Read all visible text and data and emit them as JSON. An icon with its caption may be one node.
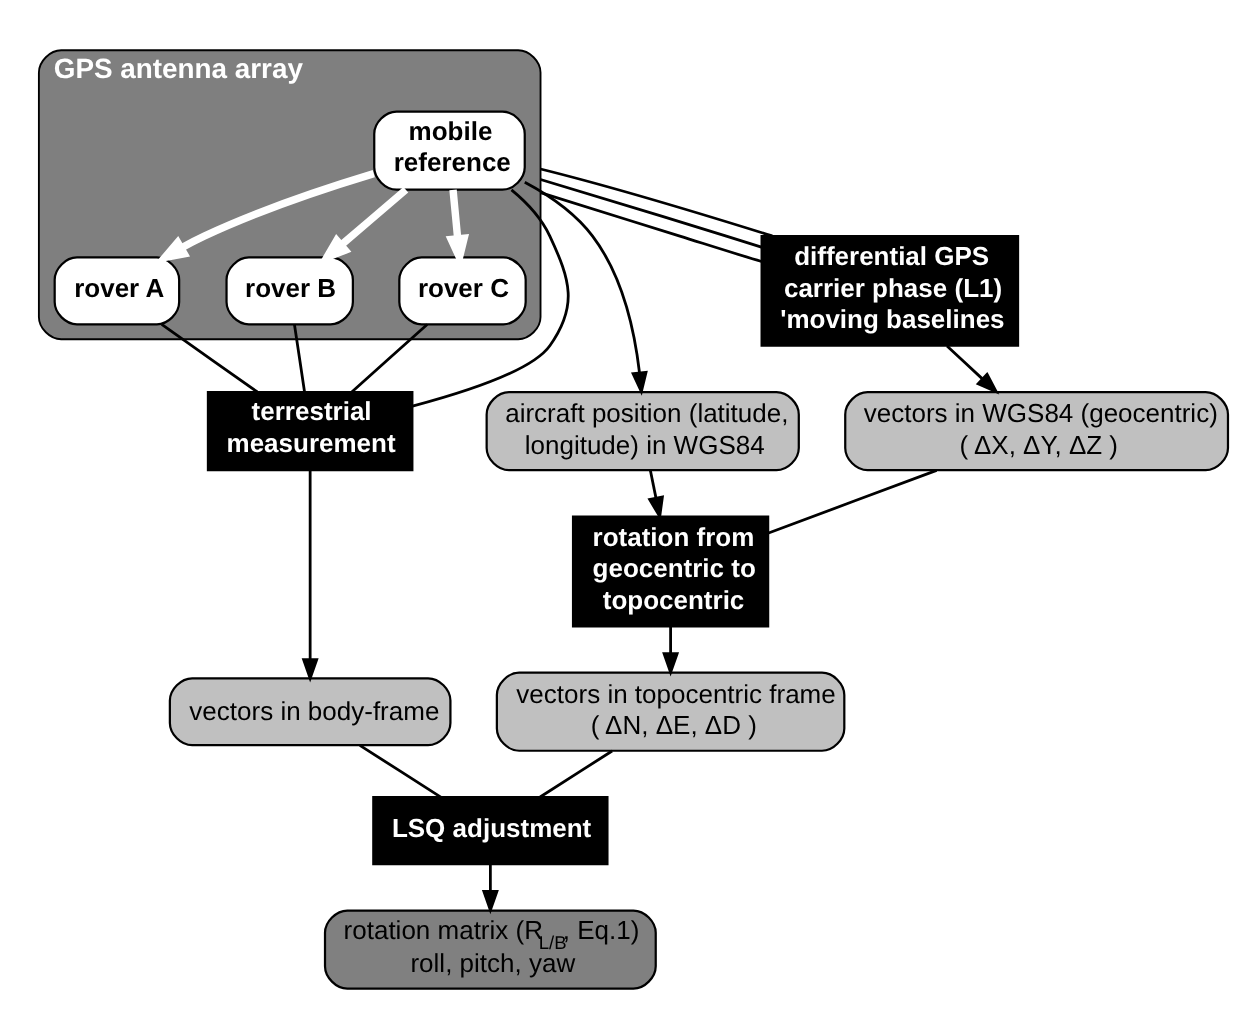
{
  "diagram": {
    "nodes": [
      {
        "text": [
          "GPS antenna array"
        ]
      },
      {
        "text": [
          "mobile reference"
        ],
        "in": 0
      },
      {
        "text": [
          "rover A"
        ],
        "in": 0
      },
      {
        "text": [
          "rover B"
        ],
        "in": 0
      },
      {
        "text": [
          "rover C"
        ],
        "in": 0
      },
      {
        "text": [
          "aircraft position (latitude, longitude) in WGS84"
        ]
      },
      {
        "text": [
          "differential GPS carrier phase (L1) 'moving baselines"
        ]
      },
      {
        "text": [
          "terrestrial measurement"
        ]
      },
      {
        "text": [
          "vectors in WGS84 (geocentric) ( ΔX, ΔY, ΔZ )"
        ]
      },
      {
        "text": [
          "rotation from geocentric to topocentric"
        ]
      },
      {
        "text": [
          "vectors in topocentric frame ( ΔN, ΔE, ΔD )"
        ]
      },
      {
        "text": [
          "vectors in body-frame"
        ]
      },
      {
        "text": [
          "LSQ adjustment"
        ]
      },
      {
        "text": [
          "rotation matrix (R$_{L/B}$, Eq.1) roll, pitch, yaw"
        ]
      }
    ],
    "edges": [
      {
        "from": 1,
        "to": 2,
        "arrow": "to",
        "style": "thick",
        "color": "#ffffff"
      },
      {
        "from": 1,
        "to": 3,
        "arrow": "to",
        "style": "thick",
        "color": "#ffffff"
      },
      {
        "from": 1,
        "to": 4,
        "arrow": "to",
        "style": "thick",
        "color": "#ffffff"
      },
      {
        "from": 1,
        "to": 5,
        "arrow": "to"
      },
      {
        "from": 1,
        "to": 7,
        "arrow": "none"
      },
      {
        "from": 2,
        "to": 7,
        "arrow": "none"
      },
      {
        "from": 3,
        "to": 7,
        "arrow": "none"
      },
      {
        "from": 4,
        "to": 7,
        "arrow": "none"
      },
      {
        "from": 0,
        "to": 6,
        "arrow": "none"
      },
      {
        "from": 0,
        "to": 6,
        "arrow": "none"
      },
      {
        "from": 0,
        "to": 6,
        "arrow": "none"
      },
      {
        "from": 7,
        "to": 11,
        "arrow": "to"
      },
      {
        "from": 6,
        "to": 8,
        "arrow": "to"
      },
      {
        "from": 8,
        "to": 9,
        "arrow": "none"
      },
      {
        "from": 5,
        "to": 9,
        "arrow": "to"
      },
      {
        "from": 9,
        "to": 10,
        "arrow": "to"
      },
      {
        "from": 10,
        "to": 12,
        "arrow": "none"
      },
      {
        "from": 11,
        "to": 12,
        "arrow": "none"
      },
      {
        "from": 12,
        "to": 13,
        "arrow": "to"
      }
    ]
  }
}
